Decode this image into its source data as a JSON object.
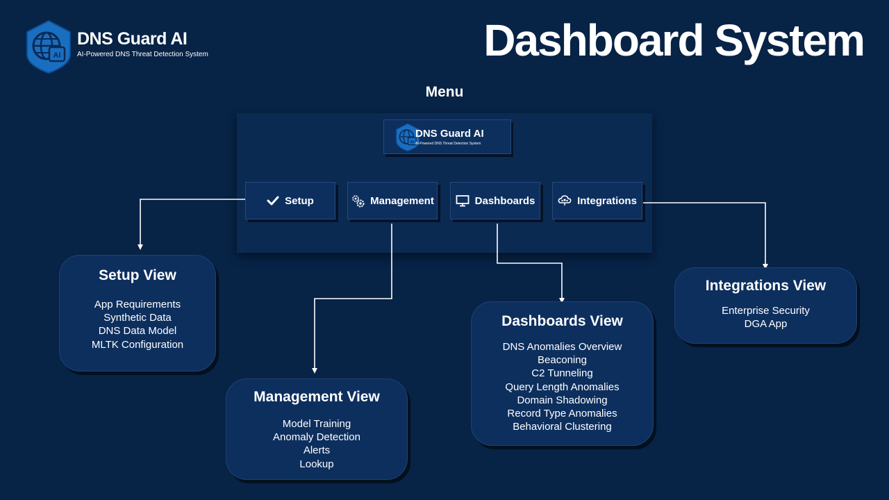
{
  "brand": {
    "name": "DNS Guard AI",
    "tagline": "AI-Powered DNS Threat Detection System",
    "logo_icon": "shield-globe-ai-icon"
  },
  "page_title": "Dashboard System",
  "menu": {
    "label": "Menu",
    "logo_name": "DNS Guard AI",
    "logo_tagline": "AI-Powered DNS Threat Detection System",
    "buttons": [
      {
        "label": "Setup",
        "icon": "checkmark-icon"
      },
      {
        "label": "Management",
        "icon": "gears-icon"
      },
      {
        "label": "Dashboards",
        "icon": "monitor-icon"
      },
      {
        "label": "Integrations",
        "icon": "cloud-network-icon"
      }
    ]
  },
  "views": {
    "setup": {
      "title": "Setup View",
      "items": [
        "App Requirements",
        "Synthetic Data",
        "DNS Data Model",
        "MLTK Configuration"
      ]
    },
    "management": {
      "title": "Management View",
      "items": [
        "Model Training",
        "Anomaly Detection",
        "Alerts",
        "Lookup"
      ]
    },
    "dashboards": {
      "title": "Dashboards View",
      "items": [
        "DNS Anomalies Overview",
        "Beaconing",
        "C2 Tunneling",
        "Query Length Anomalies",
        "Domain Shadowing",
        "Record Type Anomalies",
        "Behavioral Clustering"
      ]
    },
    "integrations": {
      "title": "Integrations View",
      "items": [
        "Enterprise Security",
        "DGA App"
      ]
    }
  },
  "colors": {
    "background": "#072346",
    "panel": "#0b2a52",
    "box": "#0d2f5e",
    "logo_blue": "#1a6ec0",
    "text": "#ffffff"
  }
}
